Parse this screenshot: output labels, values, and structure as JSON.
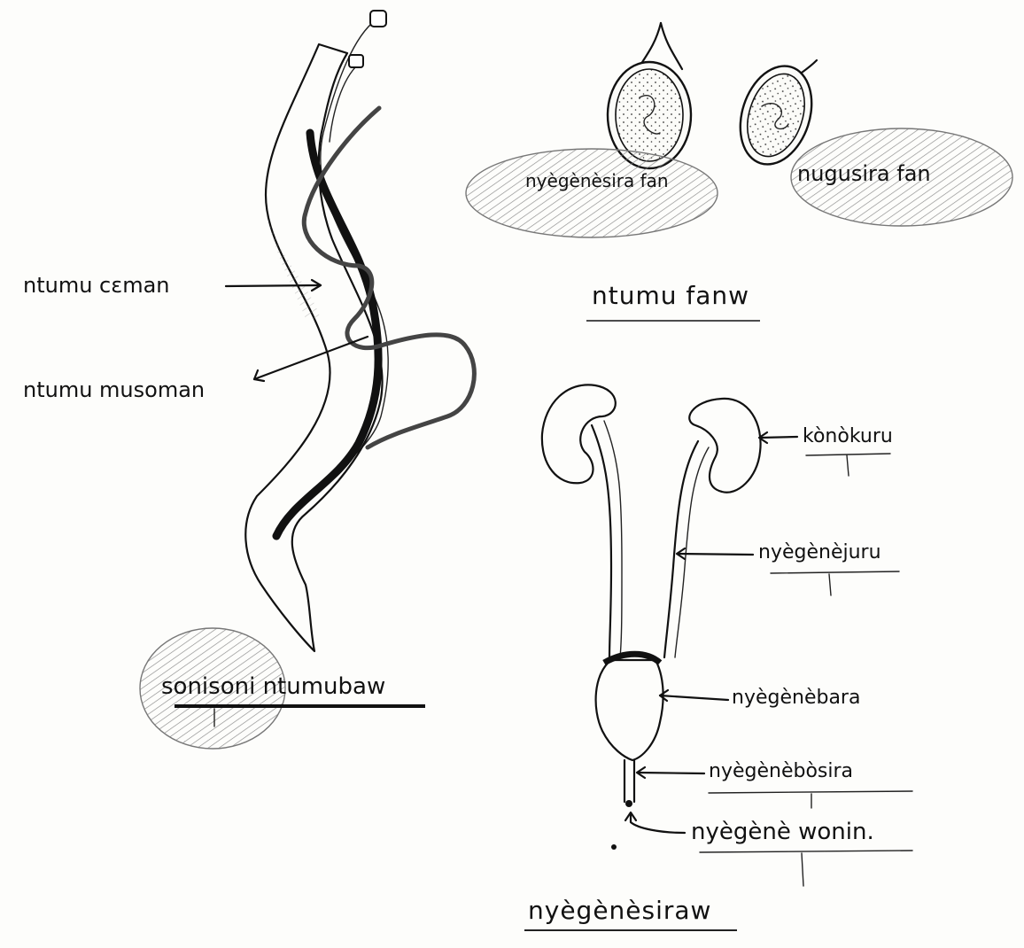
{
  "colors": {
    "ink": "#111111",
    "shade": "#8a8a8a",
    "paper": "#fdfdfb"
  },
  "worm": {
    "title": "sonisoni ntumubaw",
    "labels": {
      "female": "ntumu cɛman",
      "male": "ntumu musoman"
    }
  },
  "eggs": {
    "title": "ntumu fanw",
    "bladder_egg": "nyègènèsira fan",
    "intestine_egg": "nugusira fan"
  },
  "urinary": {
    "title": "nyègènèsiraw",
    "labels": {
      "kidney": "kònòkuru",
      "ureter": "nyègènèjuru",
      "bladder": "nyègènèbara",
      "urethra": "nyègènèbòsira",
      "opening": "nyègènè wonin."
    }
  }
}
